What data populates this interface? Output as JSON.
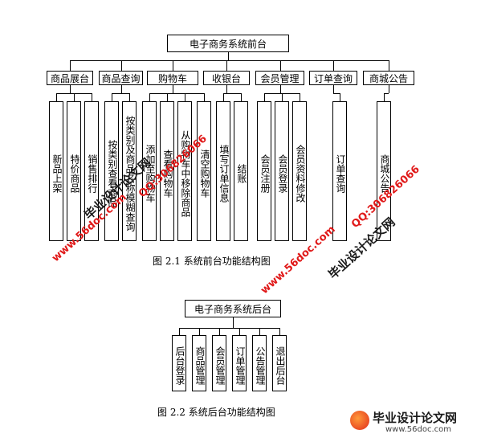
{
  "diagram1": {
    "root": "电子商务系统前台",
    "modules": [
      {
        "label": "商品展台",
        "children": [
          "新品上架",
          "特价商品",
          "销售排行"
        ]
      },
      {
        "label": "商品查询",
        "children": [
          "按类别查看商品",
          "按类别及商品名称模糊查询"
        ]
      },
      {
        "label": "购物车",
        "children": [
          "添加至购物车",
          "查看购物车",
          "从购物车中移除商品",
          "清空购物车"
        ]
      },
      {
        "label": "收银台",
        "children": [
          "填写订单信息",
          "结账"
        ]
      },
      {
        "label": "会员管理",
        "children": [
          "会员注册",
          "会员登录",
          "会员资料修改"
        ]
      },
      {
        "label": "订单查询",
        "children": [
          "订单查询"
        ]
      },
      {
        "label": "商城公告",
        "children": [
          "商城公告"
        ]
      }
    ],
    "caption": "图 2.1   系统前台功能结构图"
  },
  "diagram2": {
    "root": "电子商务系统后台",
    "children": [
      "后台登录",
      "商品管理",
      "会员管理",
      "订单管理",
      "公告管理",
      "退出后台"
    ],
    "caption": "图 2.2   系统后台功能结构图"
  },
  "watermarks": {
    "site_url": "www.56doc.com",
    "site_name": "毕业设计论文网",
    "qq": "QQ:306826066"
  },
  "footer": {
    "brand": "毕业设计论文网",
    "url": "www.56doc.com"
  }
}
